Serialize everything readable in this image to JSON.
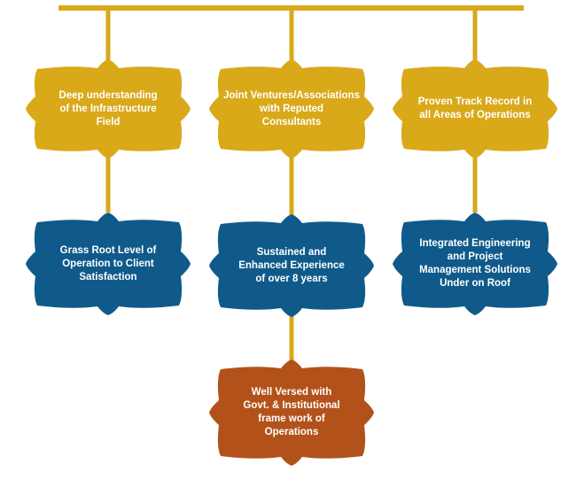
{
  "colors": {
    "gold": "#D9A91A",
    "blue": "#0F5A8A",
    "rust": "#B2521A",
    "connector": "#D9A91A",
    "text": "#FFFFFF"
  },
  "nodes": [
    {
      "id": "deep-understanding",
      "label": "Deep understanding\nof the Infrastructure\nField",
      "color": "gold"
    },
    {
      "id": "joint-ventures",
      "label": "Joint Ventures/Associations\nwith Reputed\nConsultants",
      "color": "gold"
    },
    {
      "id": "proven-track-record",
      "label": "Proven Track Record in\nall Areas of Operations",
      "color": "gold"
    },
    {
      "id": "grass-root",
      "label": "Grass Root Level of\nOperation to Client\nSatisfaction",
      "color": "blue"
    },
    {
      "id": "sustained-experience",
      "label": "Sustained and\nEnhanced Experience\nof over 8 years",
      "color": "blue"
    },
    {
      "id": "integrated-engineering",
      "label": "Integrated Engineering\nand Project\nManagement Solutions\nUnder on Roof",
      "color": "blue"
    },
    {
      "id": "well-versed",
      "label": "Well Versed with\nGovt. & Institutional\nframe work of\nOperations",
      "color": "rust"
    }
  ]
}
